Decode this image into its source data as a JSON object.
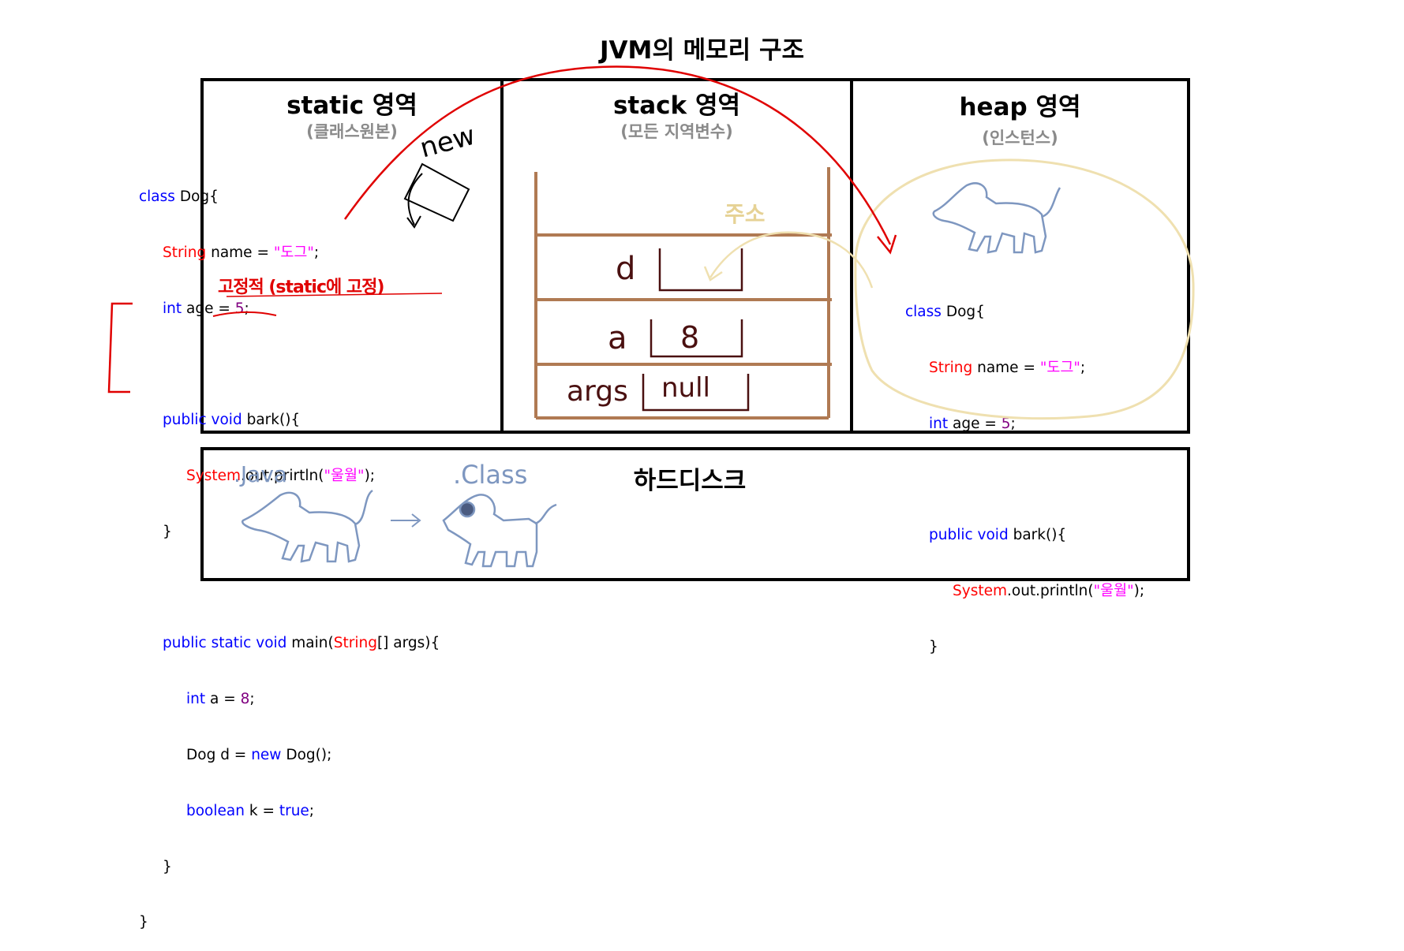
{
  "title": "JVM의 메모리 구조",
  "areas": [
    {
      "title": "static 영역",
      "subtitle": "(클래스원본)"
    },
    {
      "title": "stack 영역",
      "subtitle": "(모든 지역변수)"
    },
    {
      "title": "heap 영역",
      "subtitle": "(인스턴스)"
    }
  ],
  "harddisk": {
    "title": "하드디스크",
    "java_label": ".Java",
    "class_label": ".Class"
  },
  "static_code": {
    "l1_kw": "class",
    "l1_rest": " Dog{",
    "l2_ty": "String",
    "l2_mid": " name = ",
    "l2_str": "\"도그\"",
    "l2_end": ";",
    "l3_kw": "int",
    "l3_mid": " age = ",
    "l3_num": "5",
    "l3_end": ";",
    "l5_kw": "public void",
    "l5_rest": " bark(){",
    "l6_ty": "System",
    "l6_mid": ".out.prirtln(",
    "l6_str": "\"울월\"",
    "l6_end": ");",
    "l7": "}",
    "l9_kw1": "public",
    "l9_sp1": " ",
    "l9_kw2": "static",
    "l9_sp2": " ",
    "l9_kw3": "void",
    "l9_mid": " main(",
    "l9_ty": "String",
    "l9_end": "[] args){",
    "l10_kw": "int",
    "l10_mid": " a = ",
    "l10_num": "8",
    "l10_end": ";",
    "l11_a": "Dog d = ",
    "l11_kw": "new",
    "l11_b": " Dog();",
    "l12_kw": "boolean",
    "l12_mid": " k = ",
    "l12_kw2": "true",
    "l12_end": ";",
    "l13": "}",
    "l14": "}"
  },
  "heap_code": {
    "l1_kw": "class",
    "l1_rest": " Dog{",
    "l2_ty": "String",
    "l2_mid": " name = ",
    "l2_str": "\"도그\"",
    "l2_end": ";",
    "l3_kw": "int",
    "l3_mid": " age = ",
    "l3_num": "5",
    "l3_end": ";",
    "l5_kw": "public void",
    "l5_rest": " bark(){",
    "l6_ty": "System",
    "l6_mid": ".out.println(",
    "l6_str": "\"울월\"",
    "l6_end": ");",
    "l7": "}"
  },
  "annotations": {
    "new": "new",
    "fixed": "고정적 (static에 고정)",
    "address": "주소"
  },
  "stack_frames": [
    {
      "name": "d",
      "value": ""
    },
    {
      "name": "a",
      "value": "8"
    },
    {
      "name": "args",
      "value": "null"
    }
  ],
  "colors": {
    "keyword": "#0000ff",
    "type": "#ff0000",
    "string": "#ff00ff",
    "number": "#800080",
    "annotation_red": "#e00000",
    "stack_brown": "#b07a53",
    "stack_text": "#4a1010",
    "heap_circle": "#efe0b0",
    "dog_blue": "#7e97c0",
    "subtitle_gray": "#8a8a8a"
  }
}
